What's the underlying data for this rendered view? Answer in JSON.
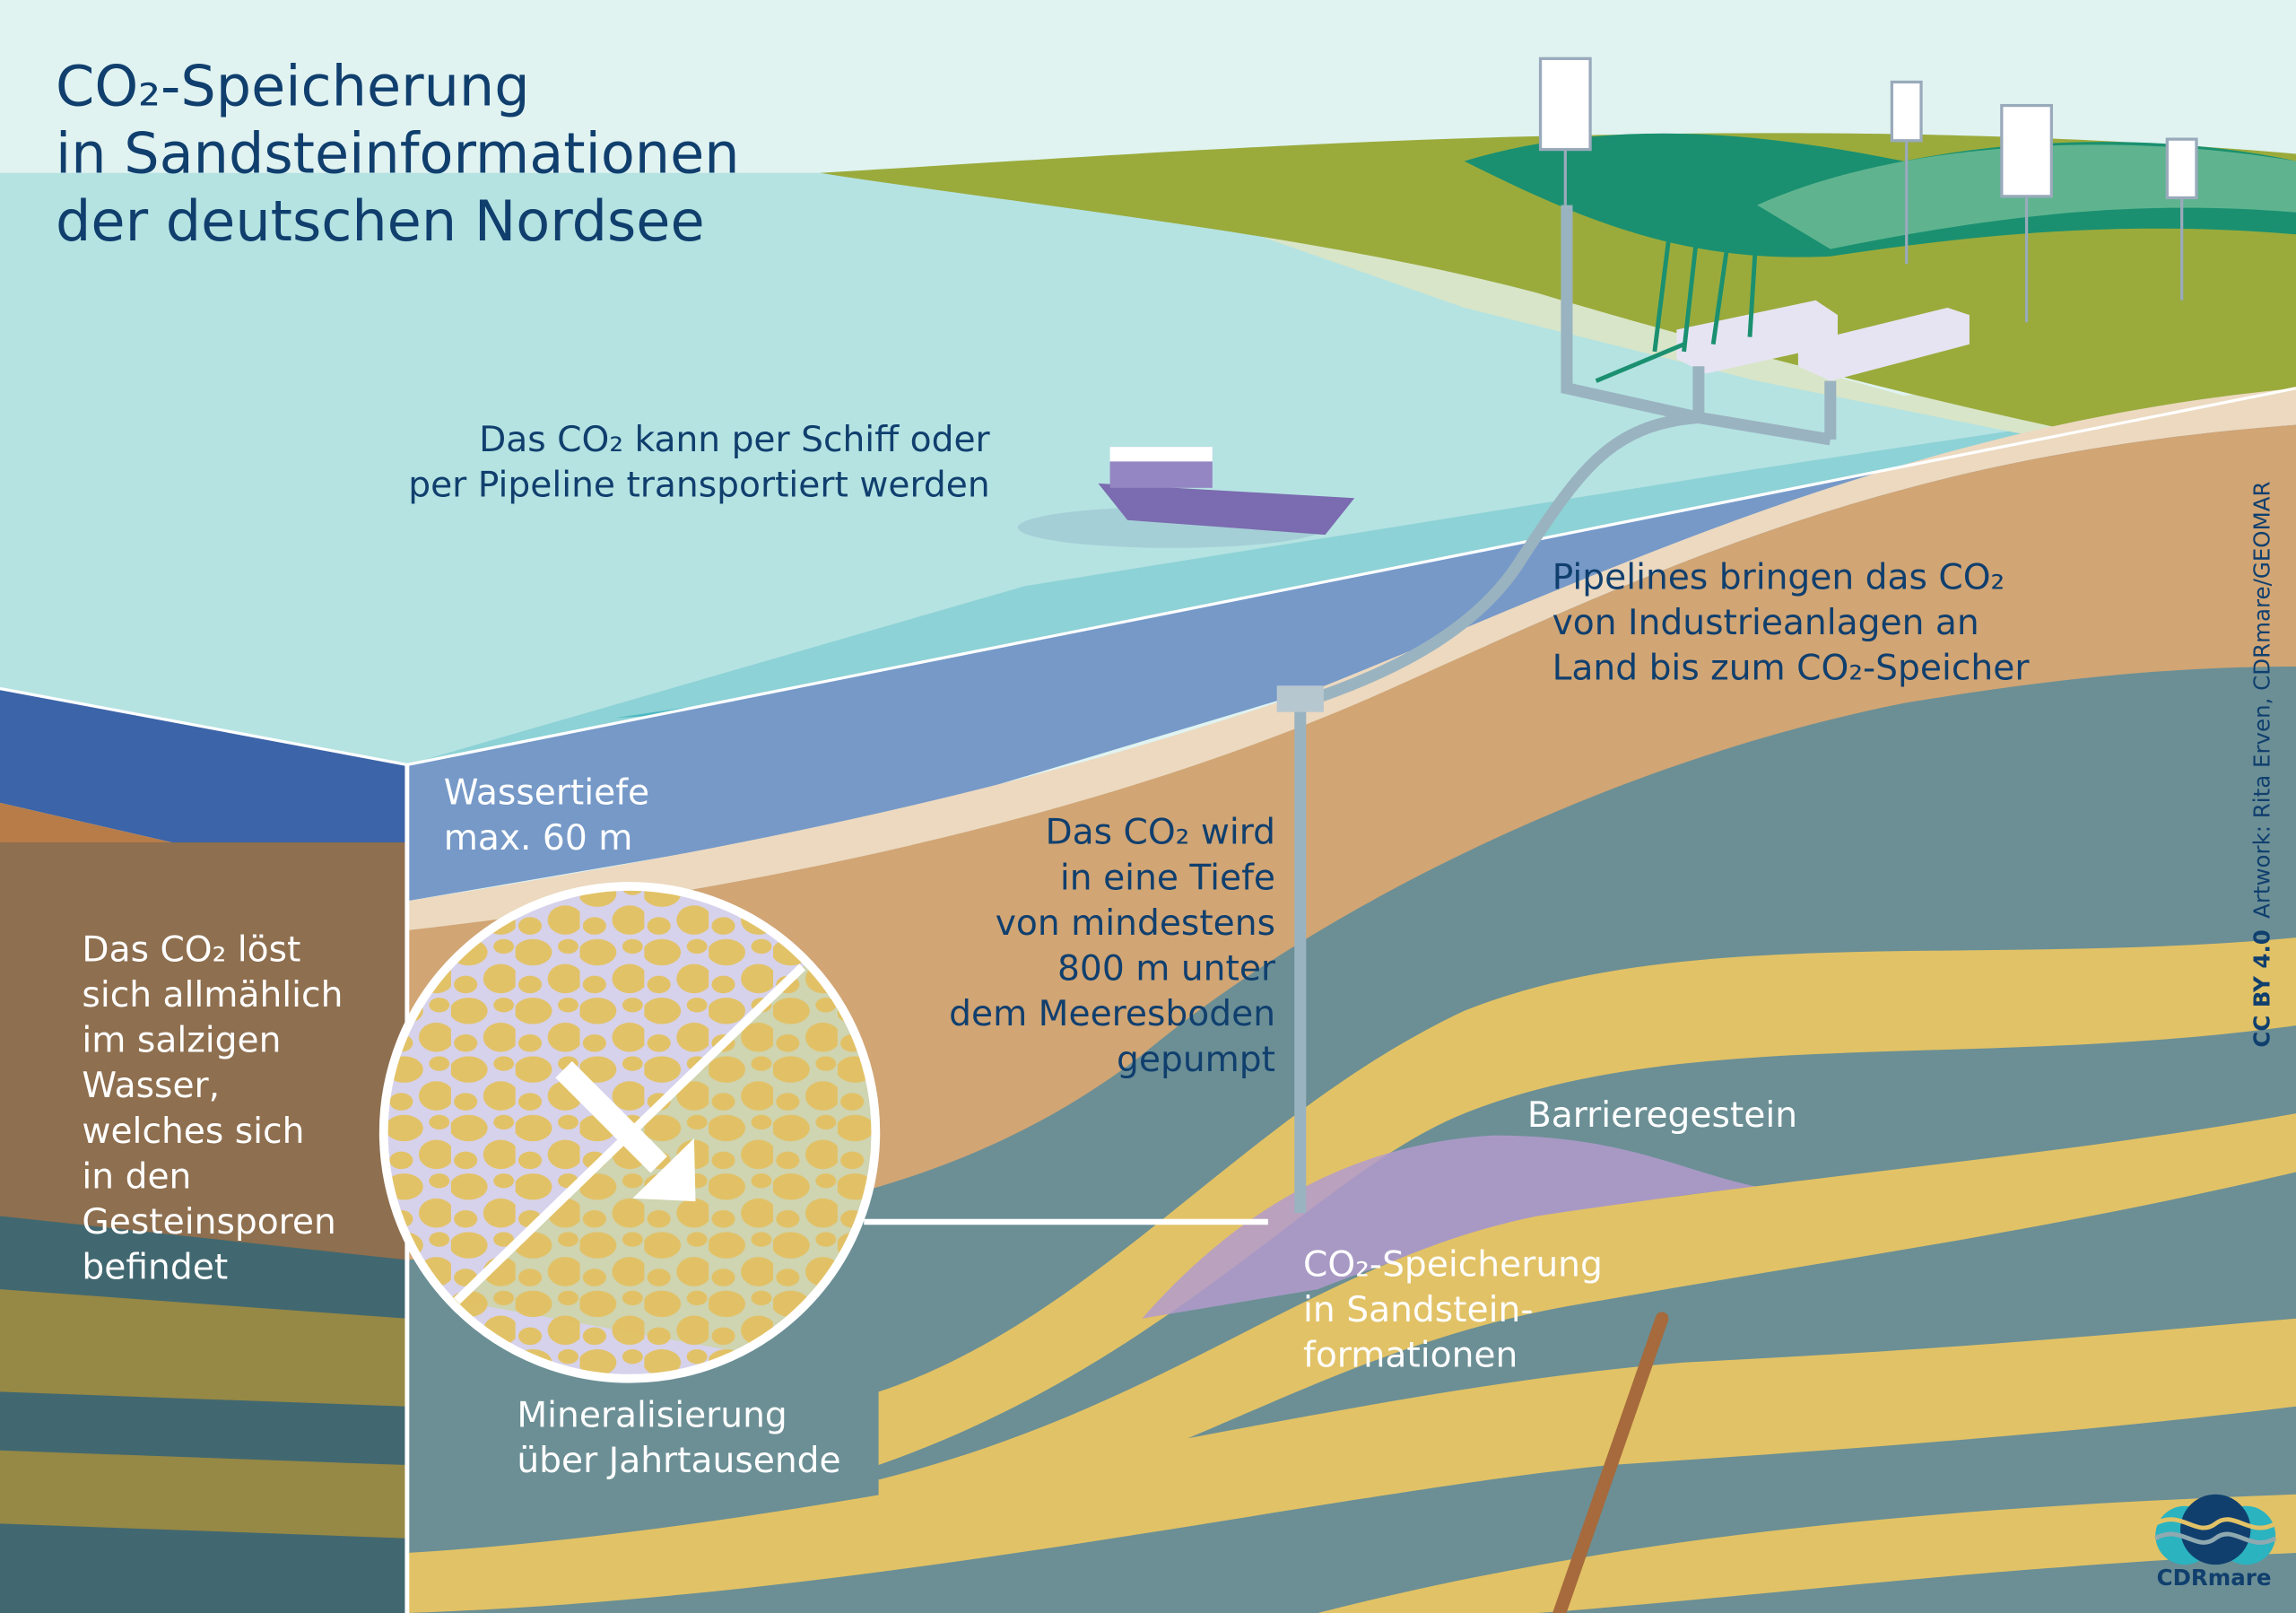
{
  "title": {
    "line1": "CO₂-Speicherung",
    "line2": "in Sandsteinformationen",
    "line3": "der deutschen Nordsee"
  },
  "labels": {
    "transport": [
      "Das CO₂ kann per Schiff oder",
      "per Pipeline transportiert werden"
    ],
    "pipelines": [
      "Pipelines bringen das CO₂",
      "von Industrieanlagen an",
      "Land bis zum CO₂-Speicher"
    ],
    "water_depth": [
      "Wassertiefe",
      "max. 60 m"
    ],
    "pumped": [
      "Das CO₂ wird",
      "in eine Tiefe",
      "von mindestens",
      "800 m unter",
      "dem Meeresboden",
      "gepumpt"
    ],
    "dissolves": [
      "Das CO₂ löst",
      "sich allmählich",
      "im salzigen",
      "Wasser,",
      "welches sich",
      "in den",
      "Gesteinsporen",
      "befindet"
    ],
    "barrier": "Barrieregestein",
    "storage": [
      "CO₂-Speicherung",
      "in Sandstein-",
      "formationen"
    ],
    "mineral": [
      "Mineralisierung",
      "über Jahrtausende"
    ]
  },
  "credit": {
    "license": "CC BY 4.0",
    "artwork": "Artwork: Rita Erven, CDRmare/GEOMAR"
  },
  "logo": {
    "text": "CDRmare"
  },
  "colors": {
    "sky": "#e0f3f1",
    "sea_surface": "#b5e3e2",
    "water_front": "#7699c8",
    "water_left": "#3c64a8",
    "land_green": "#9aab3c",
    "land_dark": "#1a9070",
    "sediment_brown": "#d1a574",
    "rock_teal": "#6b8f95",
    "sandstone_yellow": "#e2c266",
    "co2_purple": "#b39bcc",
    "text_navy": "#103f6e"
  }
}
